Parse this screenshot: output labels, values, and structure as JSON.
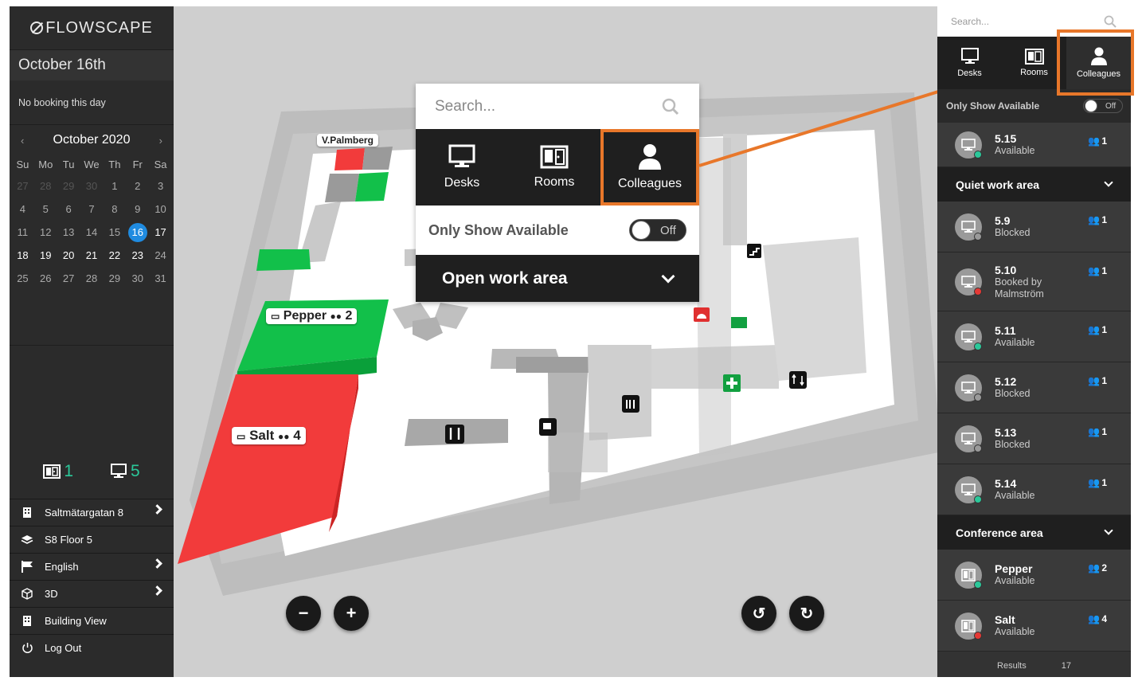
{
  "brand": "FLOWSCAPE",
  "left": {
    "date_title": "October 16th",
    "no_booking": "No booking this day",
    "calendar": {
      "month_label": "October 2020",
      "prev": "‹",
      "next": "›",
      "weekdays": [
        "Su",
        "Mo",
        "Tu",
        "We",
        "Th",
        "Fr",
        "Sa"
      ],
      "weeks": [
        [
          "27",
          "28",
          "29",
          "30",
          "1",
          "2",
          "3"
        ],
        [
          "4",
          "5",
          "6",
          "7",
          "8",
          "9",
          "10"
        ],
        [
          "11",
          "12",
          "13",
          "14",
          "15",
          "16",
          "17"
        ],
        [
          "18",
          "19",
          "20",
          "21",
          "22",
          "23",
          "24"
        ],
        [
          "25",
          "26",
          "27",
          "28",
          "29",
          "30",
          "31"
        ]
      ],
      "selected_day": "16"
    },
    "room_count": "1",
    "desk_count": "5",
    "menu": {
      "address": "Saltmätargatan 8",
      "floor": "S8 Floor 5",
      "language": "English",
      "view_mode": "3D",
      "building_view": "Building View",
      "logout": "Log Out"
    }
  },
  "map": {
    "labels": {
      "palmberg": "V.Palmberg",
      "pepper": "Pepper",
      "pepper_cap": "2",
      "salt": "Salt",
      "salt_cap": "4"
    },
    "colors": {
      "available": "#12c04a",
      "booked": "#f23b3b",
      "floor": "#ffffff",
      "walls": "#bdbdbd"
    }
  },
  "zoom": {
    "search_placeholder": "Search...",
    "tabs": {
      "desks": "Desks",
      "rooms": "Rooms",
      "colleagues": "Colleagues"
    },
    "filter_label": "Only Show Available",
    "toggle_label": "Off",
    "group": "Open work area"
  },
  "right": {
    "search_placeholder": "Search...",
    "tabs": {
      "desks": "Desks",
      "rooms": "Rooms",
      "colleagues": "Colleagues"
    },
    "filter_label": "Only Show Available",
    "toggle_label": "Off",
    "top_item": {
      "name": "5.15",
      "status": "Available",
      "cap": "1",
      "dot": "#2bc89a"
    },
    "groups": [
      {
        "name": "Quiet work area"
      },
      {
        "name": "Conference area"
      }
    ],
    "quiet_items": [
      {
        "name": "5.9",
        "status": "Blocked",
        "cap": "1",
        "dot": "#9a9a9a"
      },
      {
        "name": "5.10",
        "status": "Booked by Malmström",
        "cap": "1",
        "dot": "#e53935"
      },
      {
        "name": "5.11",
        "status": "Available",
        "cap": "1",
        "dot": "#2bc89a"
      },
      {
        "name": "5.12",
        "status": "Blocked",
        "cap": "1",
        "dot": "#9a9a9a"
      },
      {
        "name": "5.13",
        "status": "Blocked",
        "cap": "1",
        "dot": "#9a9a9a"
      },
      {
        "name": "5.14",
        "status": "Available",
        "cap": "1",
        "dot": "#2bc89a"
      }
    ],
    "conf_items": [
      {
        "name": "Pepper",
        "status": "Available",
        "cap": "2",
        "dot": "#2bc89a"
      },
      {
        "name": "Salt",
        "status": "Available",
        "cap": "4",
        "dot": "#e53935"
      }
    ],
    "results_label": "Results",
    "results_count": "17"
  },
  "accent": "#e8772a"
}
